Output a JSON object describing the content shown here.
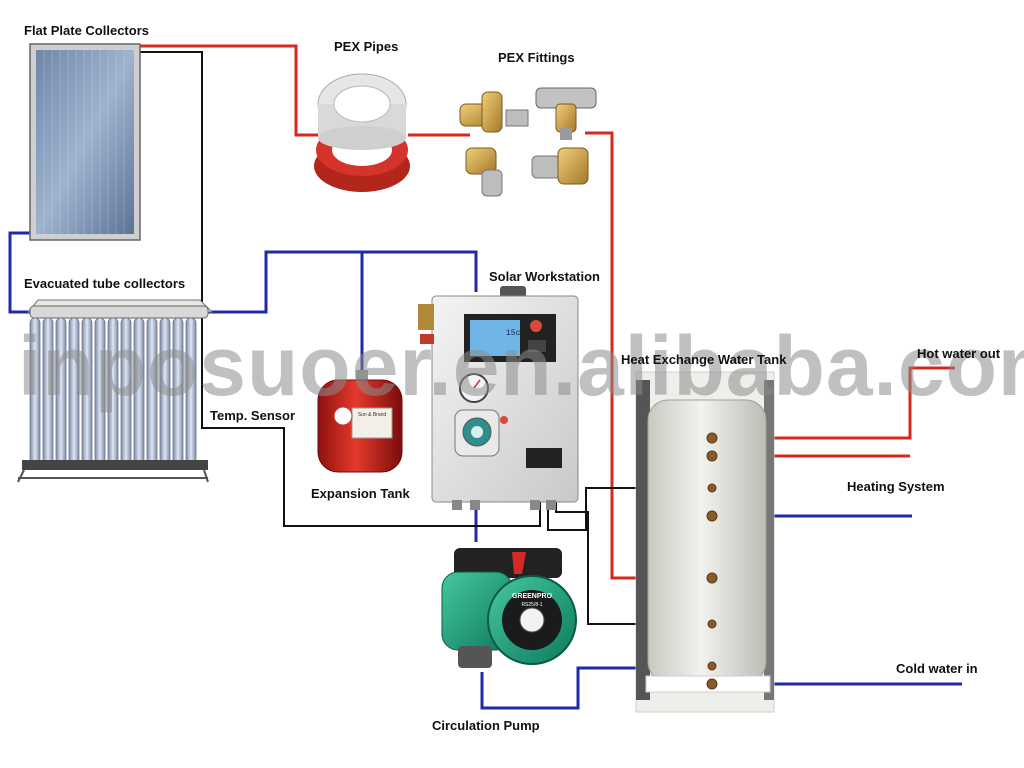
{
  "labels": {
    "flat_plate_collectors": "Flat Plate Collectors",
    "pex_pipes": "PEX Pipes",
    "pex_fittings": "PEX Fittings",
    "evacuated_tube_collectors": "Evacuated tube collectors",
    "solar_workstation": "Solar Workstation",
    "heat_exchange_water_tank": "Heat Exchange Water Tank",
    "hot_water_out": "Hot water out",
    "temp_sensor": "Temp. Sensor",
    "expansion_tank": "Expansion Tank",
    "heating_system": "Heating System",
    "cold_water_in": "Cold water in",
    "circulation_pump": "Circulation Pump"
  },
  "device_text": {
    "controller_display": "15c",
    "pump_brand": "GREENPRO",
    "pump_model": "RS25/8-1",
    "expansion_tank_brand": "Sun & Brand"
  },
  "watermark": "inposuoer.en.alibaba.com",
  "colors": {
    "hot_pipe": "#d42a1e",
    "cold_pipe": "#1e2aa8",
    "sensor_wire": "#111111",
    "pump_body": "#1aa07d",
    "tank": "#dcdcd6",
    "expansion_tank": "#c81e1e"
  }
}
